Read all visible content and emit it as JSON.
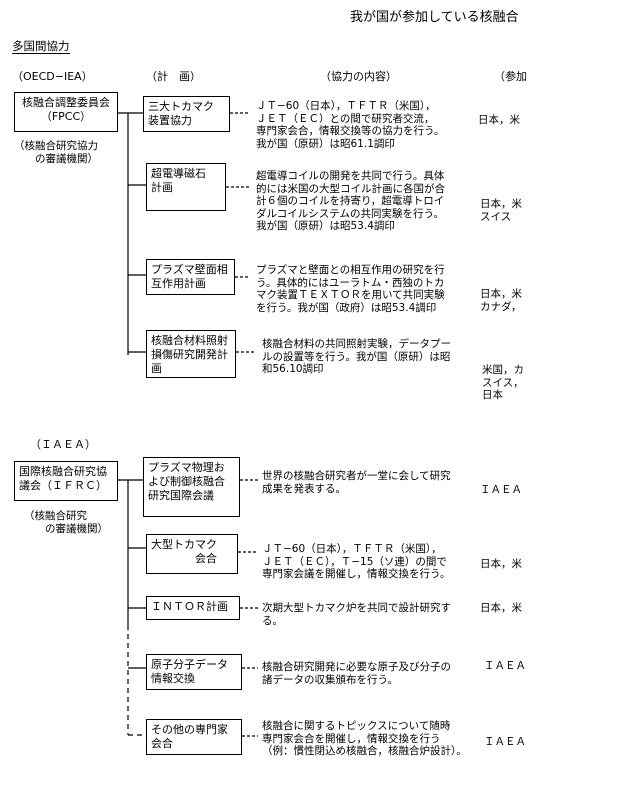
{
  "page_title": "我が国が参加している核融合",
  "section": "多国間協力",
  "headers": {
    "org": "（OECD−IEA）",
    "plan": "（計　画）",
    "content": "（協力の内容）",
    "participation": "（参加"
  },
  "oecd": {
    "org_box": [
      "核融合調整委員会",
      "（FPCC）"
    ],
    "org_note": "（核融合研究協力\n　　の審議機関）",
    "rows": [
      {
        "plan": [
          "三大トカマク",
          "装置協力"
        ],
        "desc": "ＪＴ−60（日本），ＴＦＴＲ（米国），\nＪＥＴ（ＥＣ）との間で研究者交流，\n専門家会合，情報交換等の協力を行う。\n我が国（原研）は昭61.1調印",
        "part": "日本，米"
      },
      {
        "plan": [
          "超電導磁石",
          "計画"
        ],
        "desc": "超電導コイルの開発を共同で行う。具体\n的には米国の大型コイル計画に各国が合\n計６個のコイルを持寄り，超電導トロイ\nダルコイルシステムの共同実験を行う。\n我が国（原研）は昭53.4調印",
        "part": "日本，米\nスイス"
      },
      {
        "plan": [
          "プラズマ壁面相",
          "互作用計画"
        ],
        "desc": "プラズマと壁面との相互作用の研究を行\nう。具体的にはユーラトム・西独のトカ\nマク装置ＴＥＸＴＯＲを用いて共同実験\nを行う。我が国（政府）は昭53.4調印",
        "part": "日本，米\nカナダ，"
      },
      {
        "plan": [
          "核融合材料照射",
          "損傷研究開発計",
          "画"
        ],
        "desc": "核融合材料の共同照射実験，データプー\nルの設置等を行う。我が国（原研）は昭\n和56.10調印",
        "part": "米国，カ\nスイス，\n日本"
      }
    ]
  },
  "iaea": {
    "heading": "（ＩＡＥＡ）",
    "org_box": [
      "国際核融合研究協",
      "議会（ＩＦＲＣ）"
    ],
    "org_note": "（核融合研究\n　　の審議機関）",
    "rows": [
      {
        "plan": [
          "プラズマ物理お",
          "よび制御核融合",
          "研究国際会議"
        ],
        "desc": "世界の核融合研究者が一堂に会して研究\n成果を発表する。",
        "part": "ＩＡＥＡ"
      },
      {
        "plan": [
          "大型トカマク",
          "　　　　会合"
        ],
        "desc": "ＪＴ−60（日本），ＴＦＴＲ（米国），\nＪＥＴ（ＥＣ），Ｔ−15（ソ連）の間で\n専門家会議を開催し，情報交換を行う。",
        "part": "日本，米"
      },
      {
        "plan": [
          "ＩＮＴＯＲ計画"
        ],
        "desc": "次期大型トカマク炉を共同で設計研究す\nる。",
        "part": "日本，米"
      },
      {
        "plan": [
          "原子分子データ",
          "情報交換"
        ],
        "desc": "核融合研究開発に必要な原子及び分子の\n諸データの収集頒布を行う。",
        "part": "ＩＡＥＡ"
      },
      {
        "plan": [
          "その他の専門家",
          "会合"
        ],
        "desc": "核融合に関するトピックスについて随時\n専門家会合を開催し，情報交換を行う\n（例：慣性閉込め核融合，核融合炉設計）。",
        "part": "ＩＡＥＡ"
      }
    ]
  }
}
